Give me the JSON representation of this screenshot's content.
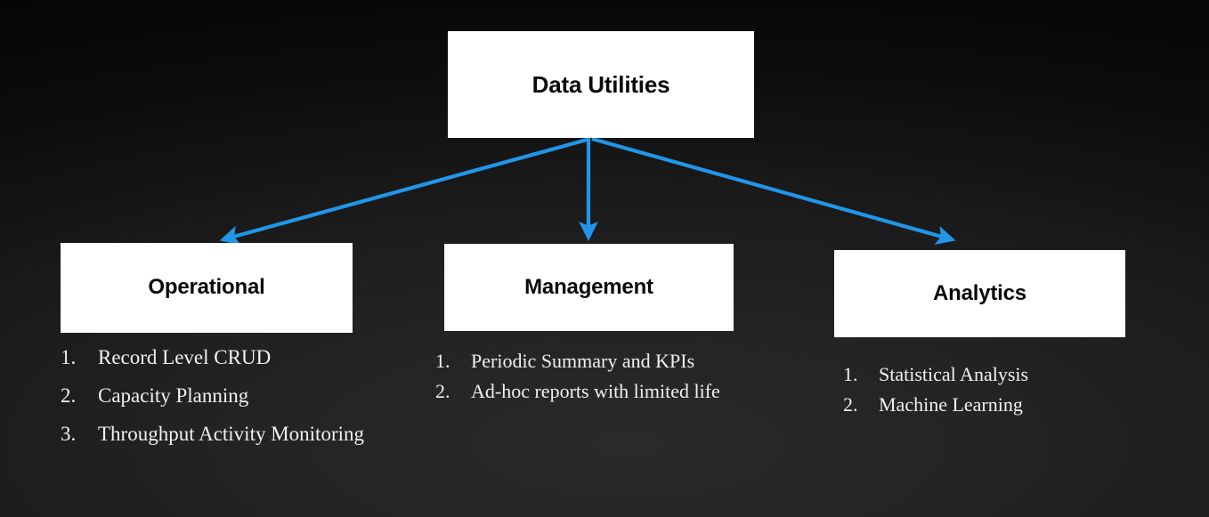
{
  "diagram": {
    "title": "Data Utilities hierarchy",
    "background_color": "#1a1a1a",
    "node_fill": "#ffffff",
    "node_text_color": "#0a0a0a",
    "connector_color": "#2196e8",
    "list_text_color": "#f2f0ee"
  },
  "root": {
    "label": "Data Utilities"
  },
  "branches": [
    {
      "id": "operational",
      "label": "Operational",
      "items": [
        {
          "number": "1.",
          "text": "Record Level CRUD"
        },
        {
          "number": "2.",
          "text": "Capacity Planning"
        },
        {
          "number": "3.",
          "text": "Throughput Activity Monitoring"
        }
      ]
    },
    {
      "id": "management",
      "label": "Management",
      "items": [
        {
          "number": "1.",
          "text": "Periodic Summary and KPIs"
        },
        {
          "number": "2.",
          "text": "Ad-hoc reports with limited life"
        }
      ]
    },
    {
      "id": "analytics",
      "label": "Analytics",
      "items": [
        {
          "number": "1.",
          "text": "Statistical Analysis"
        },
        {
          "number": "2.",
          "text": "Machine Learning"
        }
      ]
    }
  ],
  "connectors": [
    {
      "id": "root-to-operational",
      "from": "root",
      "to": "operational",
      "direction": "down-left",
      "arrowhead": "triangle"
    },
    {
      "id": "root-to-management",
      "from": "root",
      "to": "management",
      "direction": "down",
      "arrowhead": "triangle"
    },
    {
      "id": "root-to-analytics",
      "from": "root",
      "to": "analytics",
      "direction": "down-right",
      "arrowhead": "triangle"
    }
  ]
}
